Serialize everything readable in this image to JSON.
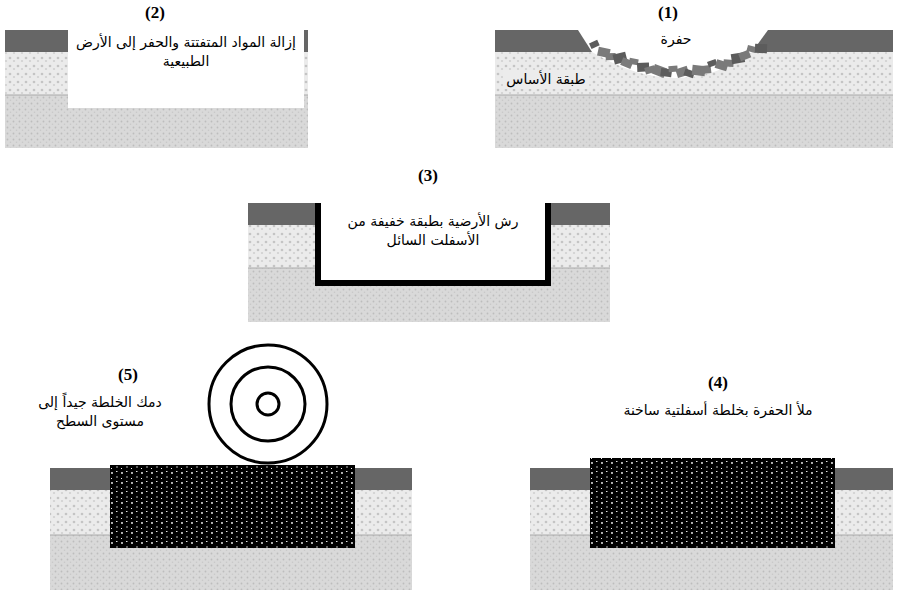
{
  "diagram": {
    "labels": [
      "(2)",
      "إزالة المواد المتفتتة والحفر إلى الأرض الطبيعية",
      "(1)",
      "حفرة",
      "طبقة الأساس",
      "(3)",
      "رش الأرضية بطبقة خفيفة من الأسفلت السائل",
      "(5)",
      "دمك الخلطة جيداً إلى مستوى السطح",
      "(4)",
      "ملأ الحفرة بخلطة أسفلتية ساخنة"
    ]
  }
}
